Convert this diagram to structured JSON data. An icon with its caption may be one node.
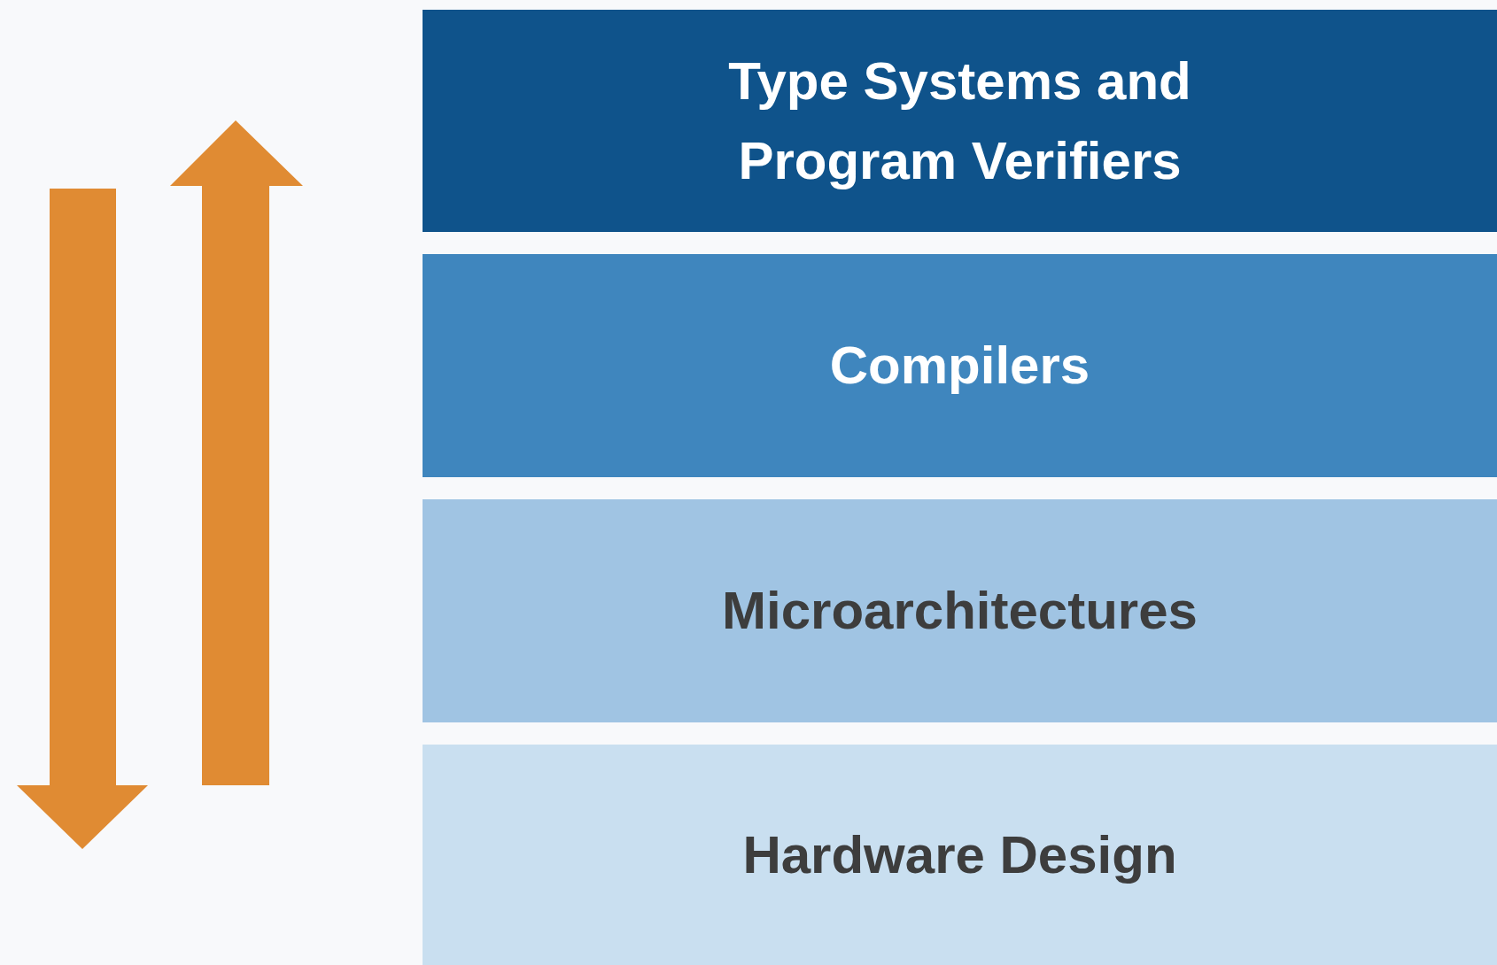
{
  "diagram": {
    "nodes": [
      {
        "text": [
          "Type Systems and Program Verifiers"
        ]
      },
      {
        "text": [
          "Compilers"
        ]
      },
      {
        "text": [
          "Microarchitectures"
        ]
      },
      {
        "text": [
          "Hardware Design"
        ]
      }
    ]
  }
}
